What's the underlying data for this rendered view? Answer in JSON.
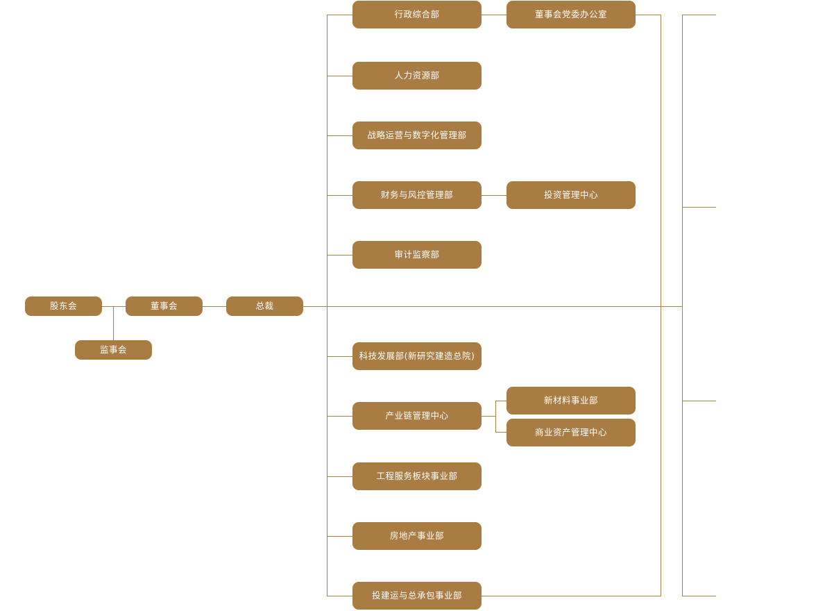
{
  "chart_title": "",
  "colors": {
    "box_fill": "#a87c43",
    "box_text": "#ffffff",
    "connector": "#a8823e",
    "background": "#ffffff"
  },
  "governance": {
    "shareholders_meeting": "股东会",
    "board_of_directors": "董事会",
    "supervisory_board": "监事会",
    "president": "总裁"
  },
  "upper_departments": [
    {
      "label": "行政综合部",
      "child": "董事会党委办公室"
    },
    {
      "label": "人力资源部",
      "child": null
    },
    {
      "label": "战略运营与数字化管理部",
      "child": null
    },
    {
      "label": "财务与风控管理部",
      "child": "投资管理中心"
    },
    {
      "label": "审计监察部",
      "child": null
    }
  ],
  "lower_departments": [
    {
      "label": "科技发展部(新研究建造总院)",
      "children": []
    },
    {
      "label": "产业链管理中心",
      "children": [
        "新材料事业部",
        "商业资产管理中心"
      ]
    },
    {
      "label": "工程服务板块事业部",
      "children": []
    },
    {
      "label": "房地产事业部",
      "children": []
    },
    {
      "label": "投建运与总承包事业部",
      "children": []
    }
  ],
  "sub_nodes": {
    "board_party_office": "董事会党委办公室",
    "investment_management_center": "投资管理中心",
    "new_materials_division": "新材料事业部",
    "commercial_asset_management_center": "商业资产管理中心"
  }
}
